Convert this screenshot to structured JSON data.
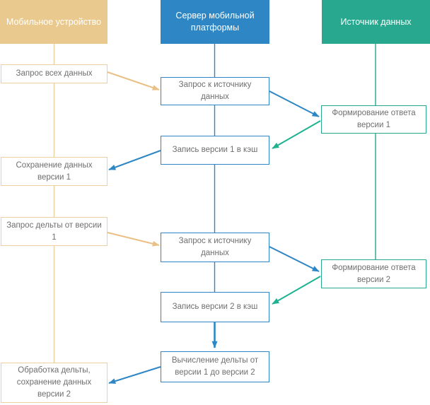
{
  "colors": {
    "tan_fill": "#e9c98e",
    "tan_line": "#ecd0a0",
    "tan_arrow": "#e9c186",
    "blue_fill": "#2e87c4",
    "teal_fill": "#27a88f",
    "teal_line": "#29a78e",
    "teal_arrow": "#1db391",
    "box_text": "#6f6f6f",
    "header_text": "#ffffff"
  },
  "lanes": {
    "mobile": {
      "title": "Мобильное устройство"
    },
    "server": {
      "title": "Сервер мобильной платформы"
    },
    "source": {
      "title": "Источник данных"
    }
  },
  "nodes": {
    "request_all_data": {
      "lane": "mobile",
      "label": "Запрос всех данных"
    },
    "request_to_source_1": {
      "lane": "server",
      "label": "Запрос к источнику данных"
    },
    "form_response_v1": {
      "lane": "source",
      "label": "Формирование ответа версии 1"
    },
    "write_v1_cache": {
      "lane": "server",
      "label": "Запись версии 1 в кэш"
    },
    "save_data_v1": {
      "lane": "mobile",
      "label": "Сохранение данных версии 1"
    },
    "request_delta_v1": {
      "lane": "mobile",
      "label": "Запрос дельты от версии 1"
    },
    "request_to_source_2": {
      "lane": "server",
      "label": "Запрос к источнику данных"
    },
    "form_response_v2": {
      "lane": "source",
      "label": "Формирование ответа версии 2"
    },
    "write_v2_cache": {
      "lane": "server",
      "label": "Запись версии 2 в кэш"
    },
    "compute_delta": {
      "lane": "server",
      "label": "Вычисление дельты от версии 1 до версии 2"
    },
    "process_delta": {
      "lane": "mobile",
      "label": "Обработка дельты, сохранение данных версии 2"
    }
  },
  "edges": [
    {
      "from": "request_all_data",
      "to": "request_to_source_1",
      "color": "tan"
    },
    {
      "from": "request_to_source_1",
      "to": "form_response_v1",
      "color": "blue"
    },
    {
      "from": "form_response_v1",
      "to": "write_v1_cache",
      "color": "teal"
    },
    {
      "from": "write_v1_cache",
      "to": "save_data_v1",
      "color": "blue"
    },
    {
      "from": "request_delta_v1",
      "to": "request_to_source_2",
      "color": "tan"
    },
    {
      "from": "request_to_source_2",
      "to": "form_response_v2",
      "color": "blue"
    },
    {
      "from": "form_response_v2",
      "to": "write_v2_cache",
      "color": "teal"
    },
    {
      "from": "write_v2_cache",
      "to": "compute_delta",
      "color": "blue"
    },
    {
      "from": "compute_delta",
      "to": "process_delta",
      "color": "blue"
    }
  ]
}
